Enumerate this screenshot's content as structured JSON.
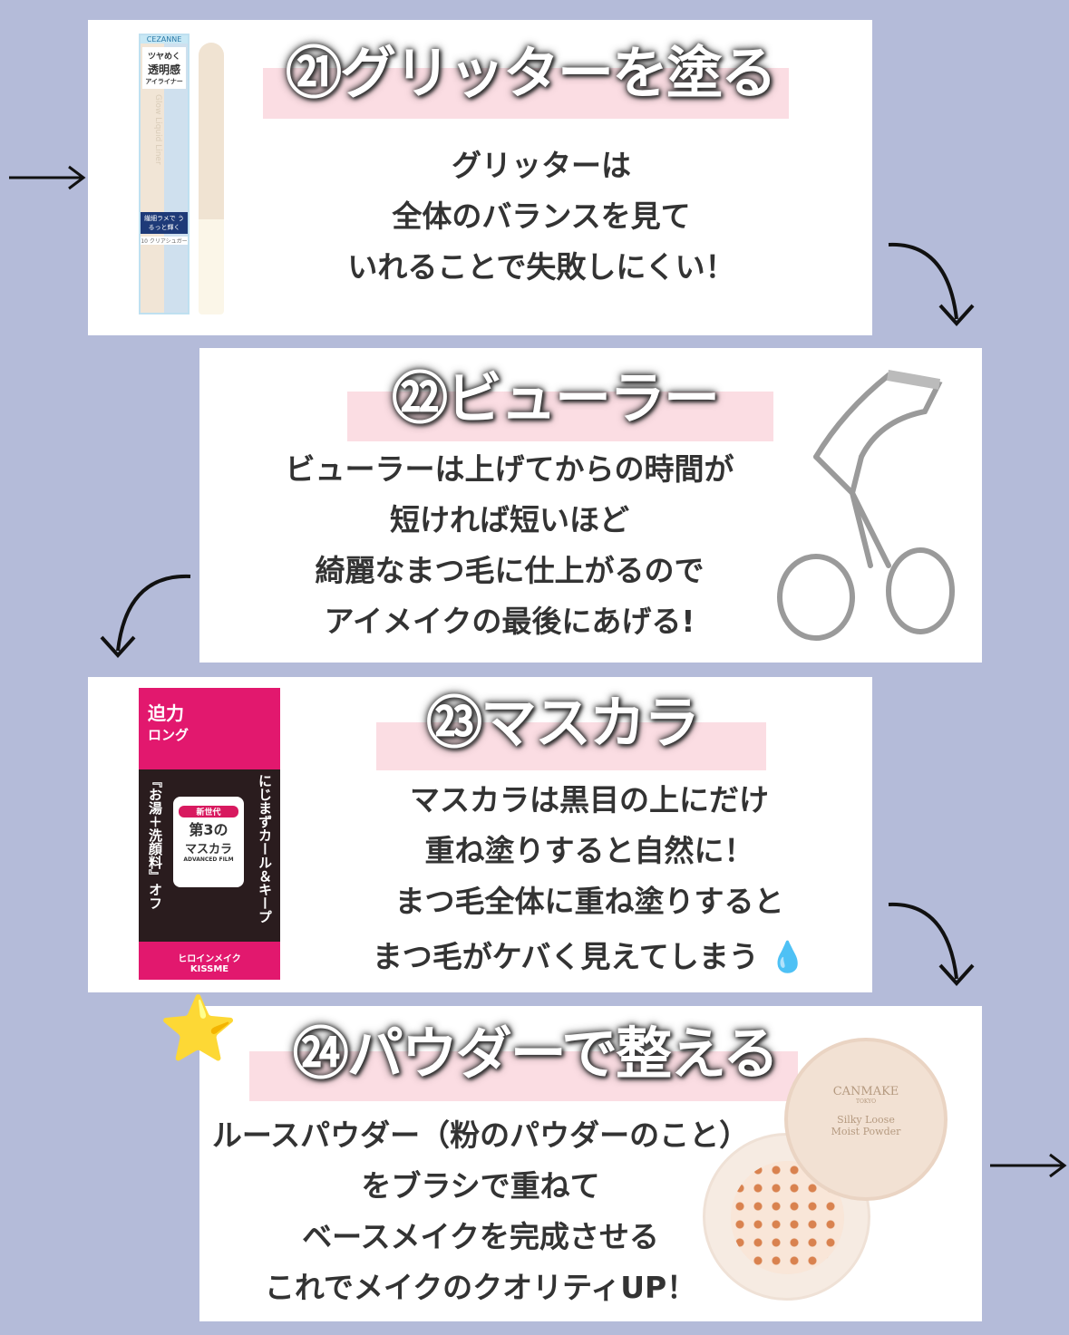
{
  "steps": [
    {
      "title": "㉑グリッターを塗る",
      "lines": [
        "グリッターは",
        "全体のバランスを見て",
        "いれることで失敗しにくい！"
      ],
      "product": {
        "brand": "CEZANNE",
        "tagline": "ツヤめく",
        "tagline2": "透明感",
        "type": "アイライナー",
        "name": "Glow Liquid Liner",
        "note": "繊細ラメで うるっと輝く",
        "shade": "10 クリアシュガー"
      }
    },
    {
      "title": "㉒ビューラー",
      "lines": [
        "ビューラーは上げてからの時間が",
        "短ければ短いほど",
        "綺麗なまつ毛に仕上がるので",
        "アイメイクの最後にあげる!"
      ]
    },
    {
      "title": "㉓マスカラ",
      "lines": [
        "マスカラは黒目の上にだけ",
        "重ね塗りすると自然に！",
        "まつ毛全体に重ね塗りすると",
        "まつ毛がケバく見えてしまう 💧"
      ],
      "product": {
        "top": "迫力",
        "top2": "ロング",
        "left": "『お湯＋洗顔料』オフ",
        "right": "にじまずカール＆キープ",
        "badge": "新世代",
        "center": "第3の",
        "center2": "マスカラ",
        "sub": "ADVANCED FILM",
        "line": "ヒロインメイク",
        "brand": "KISSME"
      }
    },
    {
      "title": "㉔パウダーで整える",
      "lines": [
        "ルースパウダー（粉のパウダーのこと）",
        "をブラシで重ねて",
        "ベースメイクを完成させる",
        "これでメイクのクオリティUP！"
      ],
      "product": {
        "brand": "CANMAKE",
        "city": "TOKYO",
        "name": "Silky Loose",
        "name2": "Moist Powder"
      }
    }
  ],
  "decor": {
    "star": "⭐"
  }
}
